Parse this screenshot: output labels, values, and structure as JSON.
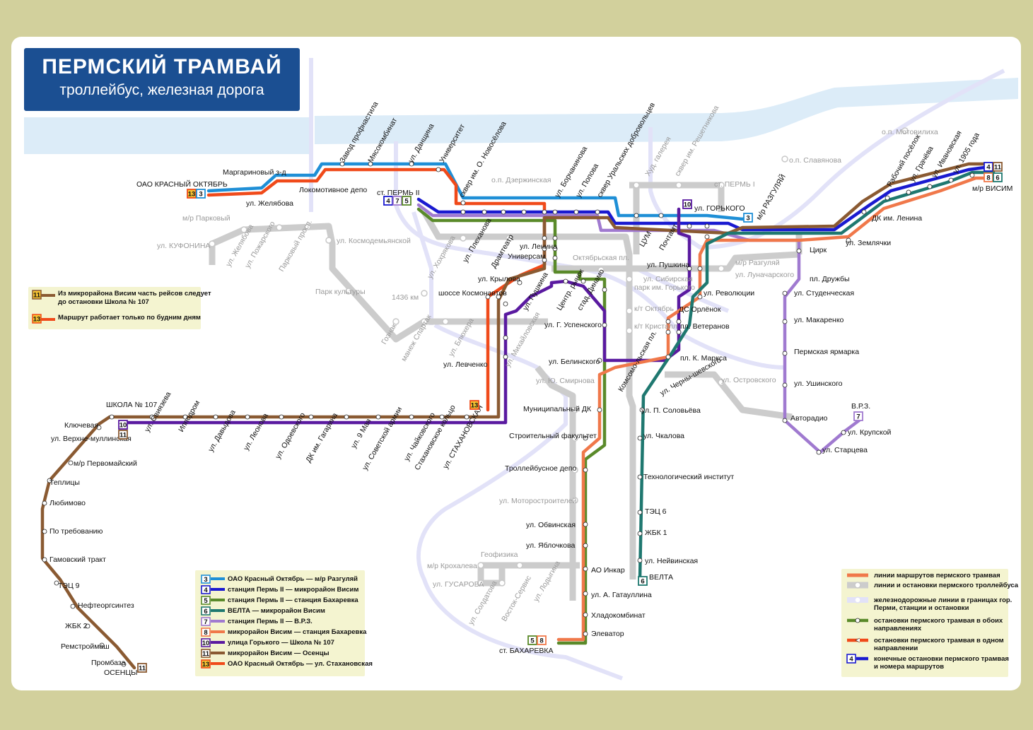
{
  "title": {
    "main": "ПЕРМСКИЙ   ТРАМВАЙ",
    "sub": "троллейбус, железная дорога"
  },
  "colors": {
    "background": "#d2d09c",
    "map_bg": "#ffffff",
    "river": "#dcecf8",
    "title_bg": "#1b4f92",
    "route3": "#1f8fd6",
    "route4": "#1a1ad0",
    "route5": "#5a8a2a",
    "route6": "#1f7870",
    "route7": "#a07ad0",
    "route8": "#f0784a",
    "route10": "#5a1aa0",
    "route11": "#8a5a32",
    "route13": "#f04a1a",
    "trolleybus": "#cccccc",
    "railway": "#e0e0f8"
  },
  "stations": {
    "krasny_oktyabr": "ОАО КРАСНЫЙ ОКТЯБРЬ",
    "margarinovy": "Маргариновый з-д",
    "zhelyabova": "ул. Желябова",
    "lokomotivnoe": "Локомотивное депо",
    "zavod_profnastila": "Завод профнастила",
    "myasokombinat": "Мясокомбинат",
    "dantsina": "ул. Данщина",
    "universitet": "Университет",
    "skver_novoselova": "сквер им. О. Новосёлова",
    "perm2": "ст. ПЕРМЬ II",
    "dramteatr": "Драмтеатр",
    "plekhanova": "ул. Плеханова",
    "lenina": "ул. Ленина",
    "univermag": "Универсам",
    "krylova": "ул. Крылова",
    "shosse_kosmonavtov": "шоссе Космонавтов",
    "pushkina_rot": "ул. Пушкина",
    "tsentr_rynok": "Центр. рынок",
    "stad_dinamo": "стад. Динамо",
    "uspenskogo": "ул. Г. Успенского",
    "belinskogo": "ул. Белинского",
    "borchaninova": "ул. Борчанинова",
    "popova": "ул. Попова",
    "skver_uralskih": "сквер Уральских добровольцев",
    "tsum": "ЦУМ",
    "pochtamt": "Почтамт",
    "gorkogo": "ул. ГОРЬКОГО",
    "mr_razgulyai": "м/р РАЗГУЛЯЙ",
    "pushkina": "ул. Пушкина",
    "revolyutsii": "ул. Революции",
    "ds_orlenok": "ДС Орлёнок",
    "veteranov": "пл. Ветеранов",
    "k_marksa": "пл. К. Маркса",
    "komsomolskaya": "Комсомо-льская пл.",
    "chernyshevskogo": "ул. Черны-шевского",
    "p_solovyova": "ул. П. Соловьёва",
    "chkalova": "ул. Чкалова",
    "tekhnologichesky": "Технологический институт",
    "tets6": "ТЭЦ 6",
    "zhbk1": "ЖБК 1",
    "neivinskaya": "ул. Нейвинская",
    "velta": "ВЕЛТА",
    "tsirk": "Цирк",
    "pl_druzhby": "пл. Дружбы",
    "studencheskaya": "ул. Студенческая",
    "makarenko": "ул. Макаренко",
    "yarmarka": "Пермская ярмарка",
    "ushinskogo": "ул. Ушинского",
    "avtoradio": "Авторадио",
    "vrz": "В.Р.З.",
    "krupskoi": "ул. Крупской",
    "startseva": "ул. Старцева",
    "zemlyachki": "ул. Землячки",
    "dk_lenina": "ДК им. Ленина",
    "rabochy_poselok": "Рабочий посёлок",
    "gracheva": "ул. Грачёва",
    "ivanovskaya": "ул. Ивановская",
    "ul_1905": "ул. 1905 года",
    "mr_visim": "м/р ВИСИМ",
    "shkola107": "ШКОЛА № 107",
    "svyazeva": "ул. Свиязева",
    "ippodrom": "Ипподром",
    "davydova": "ул. Давыдова",
    "leonova": "ул. Леонова",
    "odoevskogo": "ул. Одоевского",
    "dk_gagarina": "ДК им. Гагарина",
    "9maya": "ул. 9 Мая",
    "sov_armii": "ул. Советской армии",
    "chaikovskogo": "ул. Чайковского",
    "stakh_koltso": "Стахановское кольцо",
    "stakhanovskaya": "ул. СТАХАНОВСКАЯ",
    "levchenko": "ул. Левченко",
    "klyuchevaya": "Ключевая",
    "verkhne": "ул. Верхне-муллинская",
    "pervomaisky": "м/р Первомайский",
    "teplitsy": "Теплицы",
    "lyubimovo": "Любимово",
    "po_trebovaniyu": "По требованию",
    "gamovsky": "Гамовский тракт",
    "tets9": "ТЭЦ 9",
    "neftorg": "Нефтеоргсинтез",
    "zhbk2": "ЖБК 2",
    "remstroimash": "Ремстроймаш",
    "promvaza": "Промбаза",
    "osentsy": "ОСЕНЦЫ",
    "munic_dk": "Муниципальный ДК",
    "stroit_fak": "Строительный факультет",
    "trolley_depo": "Троллейбусное депо",
    "obvinskaya": "ул. Обвинская",
    "yablochkova": "ул. Яблочкова",
    "ao_inkar": "АО Инкар",
    "gataullina": "ул. А. Гатауллина",
    "khladokombinat": "Хладокомбинат",
    "elevator": "Элеватор",
    "bakharevka": "ст. БАХАРЕВКА"
  },
  "grey_labels": {
    "parkovy": "м/р Парковый",
    "kufonina": "ул. КУФОНИНА",
    "zhelyabova2": "ул. Желябова",
    "pozharskogo": "ул. Пожарского",
    "parkovy_prosp": "Парковый просп.",
    "kosmodemyanskoi": "ул. Космодемьянской",
    "park_kultury": "Парк культуры",
    "1436": "1436 км",
    "goznak": "Гознак",
    "manezh": "манеж Спартак",
    "blyukhera": "ул. Блюхера",
    "khokhryakova": "ул. Хохрякова",
    "mikhailovskaya": "ул. Михайловская",
    "dzerzhinskaya": "о.п. Дзержинская",
    "oktyabrskaya": "Октябрьская пл.",
    "park_gorkogo": "парк им. Горького",
    "k_t_oktyabr": "к/т Октябрь",
    "k_t_kristall": "к/т Кристалл",
    "sibirskaya": "ул. Сибирская",
    "perm1": "ст. ПЕРМЬ I",
    "galerei": "Худ. галерея",
    "reshetnikova": "сквер им. Решетникова",
    "lunacharskogo": "ул. Луначарского",
    "mr_razgulyai2": "м/р Разгуляй",
    "motoviliha": "о.п. Мотовилиха",
    "slavyanova": "о.п. Славянова",
    "yu_smirnova": "ул. Ю. Смирнова",
    "ostrovskogo": "ул. Островского",
    "motorostroitelei": "ул. Моторостроителей",
    "geofizika": "Геофизика",
    "krokhaleva": "м/р Крохалева",
    "gusarova": "ул. ГУСАРОВА",
    "soldatova": "ул. Солдатова",
    "vostok_servis": "Восток-Сервис",
    "lodygina": "ул. Лодыгина"
  },
  "notes": [
    {
      "num": "11",
      "text1": "Из микрорайона Висим часть рейсов следует",
      "text2": "до остановки Школа № 107"
    },
    {
      "num": "13",
      "text1": "Маршрут работает только по будним дням",
      "text2": ""
    }
  ],
  "routes_legend": [
    {
      "num": "3",
      "color": "#1f8fd6",
      "text": "ОАО Красный Октябрь — м/р Разгуляй"
    },
    {
      "num": "4",
      "color": "#1a1ad0",
      "text": "станция Пермь II — микрорайон Висим"
    },
    {
      "num": "5",
      "color": "#5a8a2a",
      "text": "станция Пермь II — станция Бахаревка"
    },
    {
      "num": "6",
      "color": "#1f7870",
      "text": "ВЕЛТА — микрорайон Висим"
    },
    {
      "num": "7",
      "color": "#a07ad0",
      "text": "станция Пермь II — В.Р.З."
    },
    {
      "num": "8",
      "color": "#f0784a",
      "text": "микрорайон Висим — станция Бахаревка"
    },
    {
      "num": "10",
      "color": "#5a1aa0",
      "text": "улица Горького — Школа № 107"
    },
    {
      "num": "11",
      "color": "#8a5a32",
      "text": "микрорайон Висим — Осенцы"
    },
    {
      "num": "13",
      "color": "#f04a1a",
      "text": "ОАО Красный Октябрь — ул. Стахановская"
    }
  ],
  "key_legend": [
    {
      "kind": "tram",
      "text1": "линии маршрутов пермского трамвая",
      "text2": ""
    },
    {
      "kind": "trolley",
      "text1": "линии и остановки пермского троллейбуса",
      "text2": ""
    },
    {
      "kind": "rail",
      "text1": "железнодорожные линии в границах гор.",
      "text2": "Перми, станции и остановки"
    },
    {
      "kind": "both",
      "text1": "остановки пермского трамвая в обоих",
      "text2": "направлениях"
    },
    {
      "kind": "one",
      "text1": "остановки пермского трамвая в одном",
      "text2": "направлении"
    },
    {
      "kind": "term",
      "text1": "конечные остановки пермского трамвая",
      "text2": "и номера маршрутов"
    }
  ],
  "terminal_badges": {
    "krasny_oktyabr": [
      "13",
      "3"
    ],
    "perm2": [
      "4",
      "7",
      "5"
    ],
    "gorkogo": [
      "10"
    ],
    "razgulyai": [
      "3"
    ],
    "visim_top": [
      "4",
      "11"
    ],
    "visim_bottom": [
      "8",
      "6"
    ],
    "vrz": [
      "7"
    ],
    "velta": [
      "6"
    ],
    "bakharevka": [
      "5",
      "8"
    ],
    "shkola107": [
      "10",
      "11"
    ],
    "osentsy": [
      "11"
    ],
    "stakhanovskaya": [
      "13"
    ]
  }
}
